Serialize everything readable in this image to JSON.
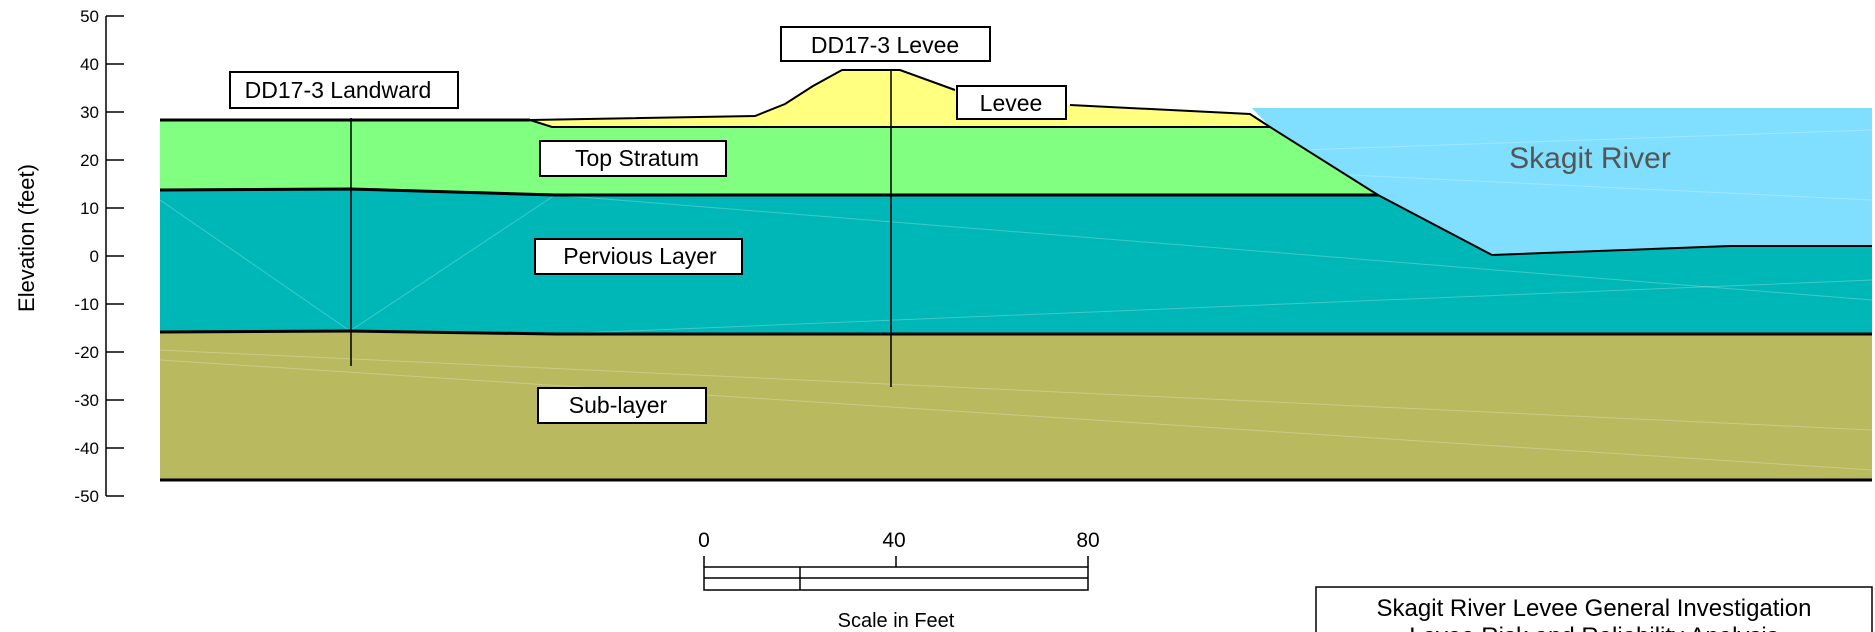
{
  "axis": {
    "ylabel": "Elevation (feet)",
    "ticks": [
      "50",
      "40",
      "30",
      "20",
      "10",
      "0",
      "-10",
      "-20",
      "-30",
      "-40",
      "-50"
    ]
  },
  "labels": {
    "landward": "DD17-3 Landward",
    "levee_boring": "DD17-3 Levee",
    "levee": "Levee",
    "top_stratum": "Top Stratum",
    "pervious": "Pervious Layer",
    "sublayer": "Sub-layer",
    "river": "Skagit River"
  },
  "scale": {
    "ticks": [
      "0",
      "40",
      "80"
    ],
    "caption": "Scale in Feet"
  },
  "title_block": {
    "line1": "Skagit River Levee General Investigation",
    "line2": "Levee Risk and Reliability Analysis"
  },
  "colors": {
    "levee": "#ffff80",
    "top_stratum": "#80ff80",
    "pervious": "#00b7b7",
    "sublayer": "#b9b960",
    "river": "#80dfff"
  }
}
